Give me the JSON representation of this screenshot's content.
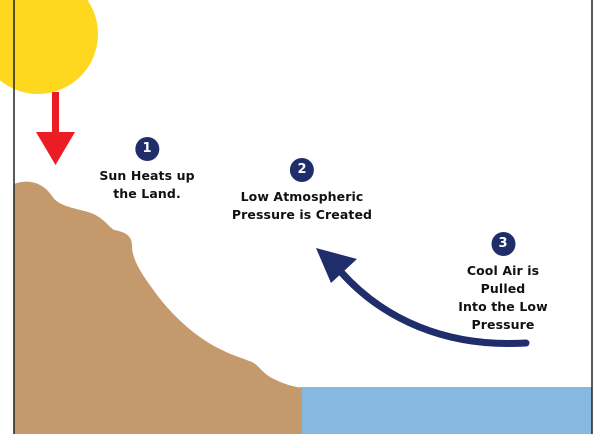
{
  "colors": {
    "sun": "#fdd81f",
    "land": "#c49a6c",
    "water": "#87b8df",
    "heat_arrow": "#ec1c24",
    "air_arrow": "#1f2e6b",
    "badge": "#1f2e6b",
    "border": "#222222"
  },
  "icons": {
    "sun": "sun-circle",
    "heat_arrow": "arrow-down",
    "air_arrow": "curved-arrow"
  },
  "steps": [
    {
      "number": "1",
      "line1": "Sun Heats up",
      "line2": "the Land."
    },
    {
      "number": "2",
      "line1": "Low Atmospheric",
      "line2": "Pressure is Created"
    },
    {
      "number": "3",
      "line1": "Cool Air is Pulled",
      "line2": "Into the Low Pressure"
    }
  ]
}
